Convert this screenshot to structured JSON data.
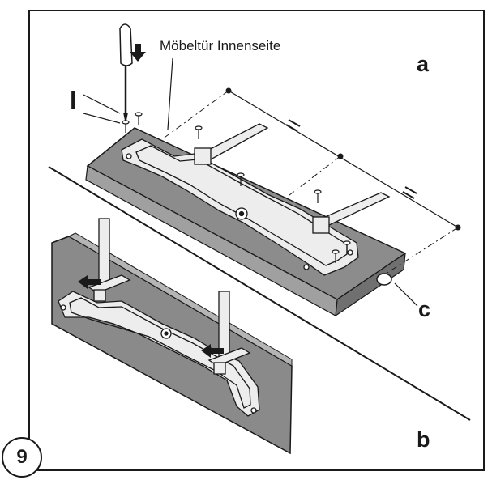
{
  "labels": {
    "caption": "Möbeltür Innenseite",
    "part_a": "a",
    "part_b": "b",
    "part_c": "c",
    "part_I": "I",
    "equal_mark_1": "=",
    "equal_mark_2": "="
  },
  "step": {
    "number": "9"
  },
  "colors": {
    "line": "#1a1a1a",
    "panel_fill": "#8a8a8a",
    "panel_dark": "#6e6e6e",
    "panel_light": "#b9b9b9",
    "bracket_fill": "#ededed",
    "arrow_fill": "#1a1a1a"
  }
}
